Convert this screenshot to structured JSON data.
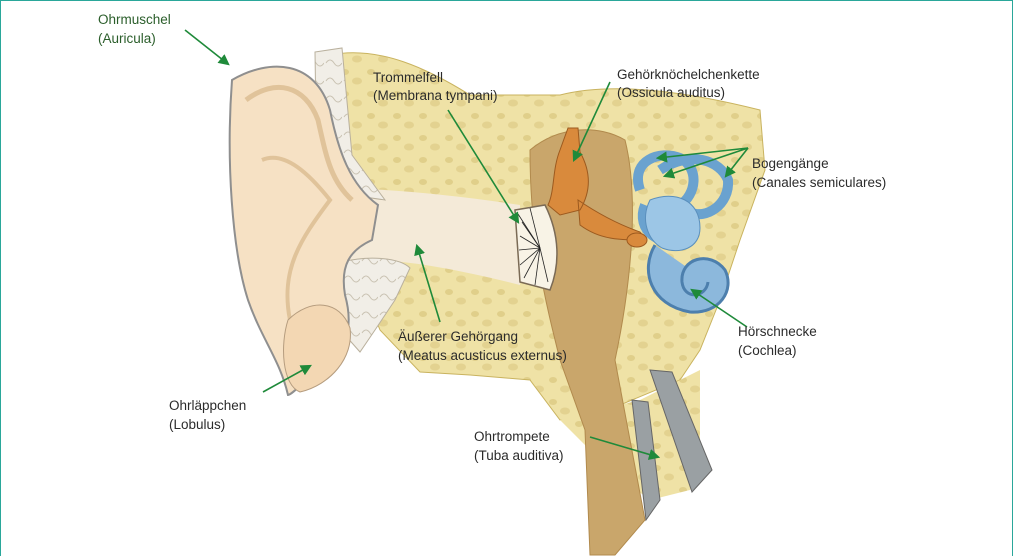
{
  "labels": {
    "auricula": [
      "Ohrmuschel",
      "(Auricula)"
    ],
    "membrana": [
      "Trommelfell",
      "(Membrana tympani)"
    ],
    "ossicula": [
      "Gehörknöchelchenkette",
      "(Ossicula auditus)"
    ],
    "canales": [
      "Bogengänge",
      "(Canales semiculares)"
    ],
    "meatus": [
      "Äußerer Gehörgang",
      "(Meatus acusticus externus)"
    ],
    "cochlea": [
      "Hörschnecke",
      "(Cochlea)"
    ],
    "lobulus": [
      "Ohrläppchen",
      "(Lobulus)"
    ],
    "tuba": [
      "Ohrtrompete",
      "(Tuba auditiva)"
    ]
  },
  "colors": {
    "bone": "#efe2a6",
    "skin": "#f6e1c4",
    "cartilage": "#ece9e1",
    "cavity": "#c9a66b",
    "ossicles": "#d98a3c",
    "inner_ear": "#8cb8dc",
    "arrow": "#1f8a3a",
    "frame": "#2aa79a"
  }
}
